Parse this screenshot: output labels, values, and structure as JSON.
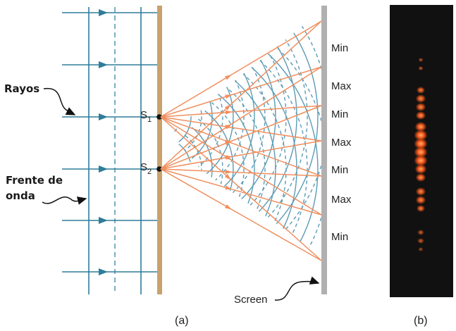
{
  "panel_a": {
    "caption": "(a)",
    "labels": {
      "rays": "Rayos",
      "wavefront_line1": "Frente de",
      "wavefront_line2": "onda",
      "screen": "Screen",
      "s1": "S",
      "s1_sub": "1",
      "s2": "S",
      "s2_sub": "2"
    },
    "fringes": [
      "Min",
      "Max",
      "Min",
      "Max",
      "Min",
      "Max",
      "Min"
    ]
  },
  "panel_b": {
    "caption": "(b)"
  },
  "colors": {
    "ray": "#2e7d99",
    "wave": "#5a9bb5",
    "barrier": "#c8a16d",
    "screen": "#b0b0b0",
    "ray_orange": "#f08f5e",
    "photo_bg": "#111111",
    "photo_spot": "#ff5a1a"
  }
}
